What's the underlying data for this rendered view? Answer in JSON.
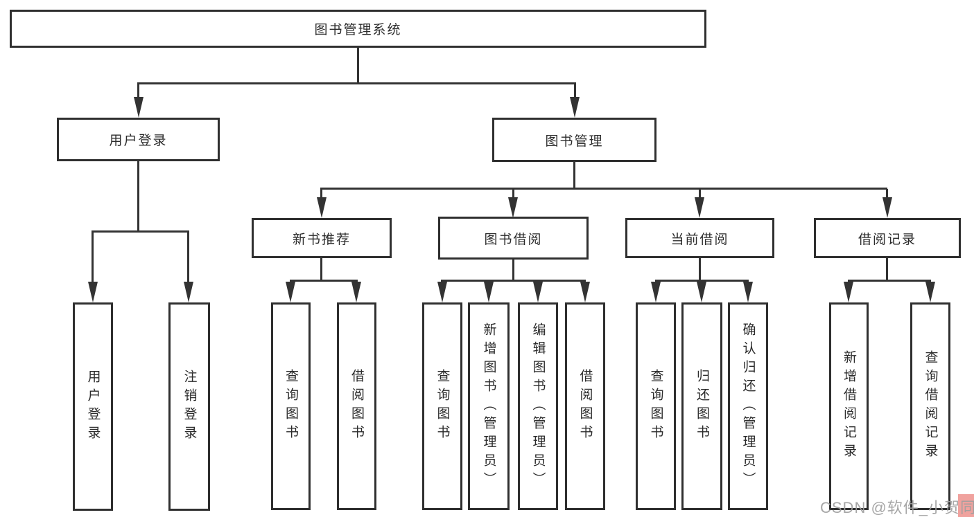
{
  "diagram": {
    "root": {
      "label": "图书管理系统"
    },
    "level2": [
      {
        "label": "用户登录"
      },
      {
        "label": "图书管理"
      }
    ],
    "level3": [
      {
        "label": "新书推荐"
      },
      {
        "label": "图书借阅"
      },
      {
        "label": "当前借阅"
      },
      {
        "label": "借阅记录"
      }
    ],
    "leaves": {
      "user_login": [
        "用户登录",
        "注销登录"
      ],
      "new_book": [
        "查询图书",
        "借阅图书"
      ],
      "book_borrow": [
        "查询图书",
        "新增图书（管理员）",
        "编辑图书（管理员）",
        "借阅图书"
      ],
      "current_borrow": [
        "查询图书",
        "归还图书",
        "确认归还（管理员）"
      ],
      "borrow_record": [
        "新增借阅记录",
        "查询借阅记录"
      ]
    }
  },
  "watermark": {
    "text": "CSDN @软件_小贺同学"
  },
  "colors": {
    "line": "#333333",
    "box_border": "#2f2f2f",
    "text": "#2b2b2b",
    "background": "#ffffff",
    "watermark_text": "#9e9e9e",
    "watermark_accent": "#f0a29e"
  }
}
